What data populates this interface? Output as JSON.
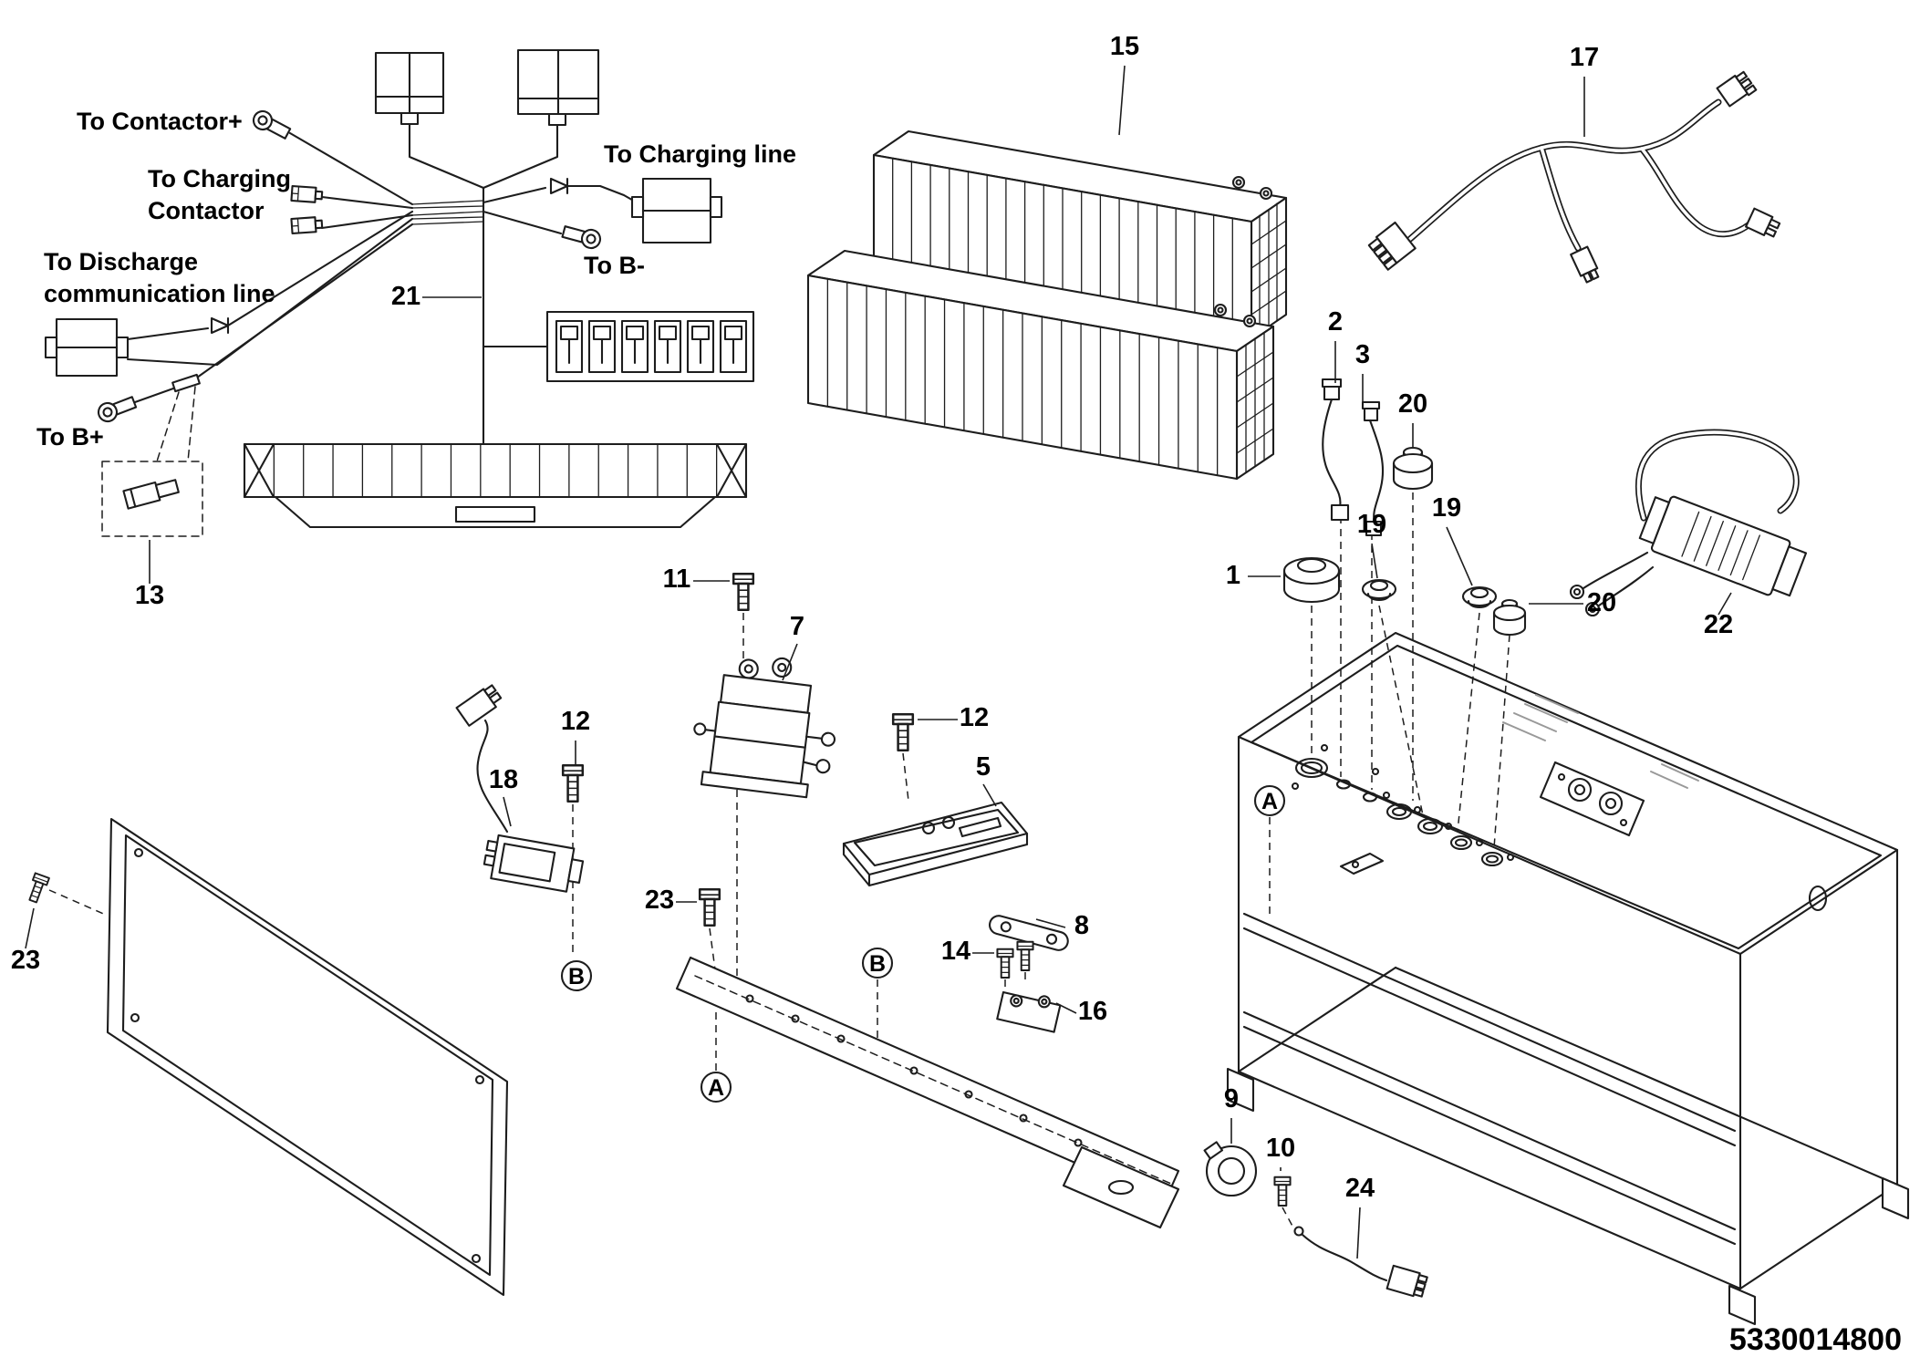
{
  "drawing": {
    "number": "5330014800"
  },
  "wire_labels": {
    "to_contactor_plus": "To  Contactor+",
    "to_charging_contactor_line1": "To Charging",
    "to_charging_contactor_line2": "Contactor",
    "to_charging_line": "To  Charging line",
    "to_b_minus": "To  B-",
    "to_discharge_line1": "To Discharge",
    "to_discharge_line2": "communication line",
    "to_b_plus": "To  B+"
  },
  "callouts": {
    "c1": "1",
    "c2": "2",
    "c3": "3",
    "c5": "5",
    "c7": "7",
    "c8": "8",
    "c9": "9",
    "c10": "10",
    "c11": "11",
    "c12a": "12",
    "c12b": "12",
    "c13": "13",
    "c14": "14",
    "c15": "15",
    "c16": "16",
    "c17": "17",
    "c18": "18",
    "c19a": "19",
    "c19b": "19",
    "c20a": "20",
    "c20b": "20",
    "c21": "21",
    "c22": "22",
    "c23a": "23",
    "c23b": "23",
    "c24": "24"
  },
  "view_markers": {
    "a1": "A",
    "a2": "A",
    "b1": "B",
    "b2": "B"
  }
}
